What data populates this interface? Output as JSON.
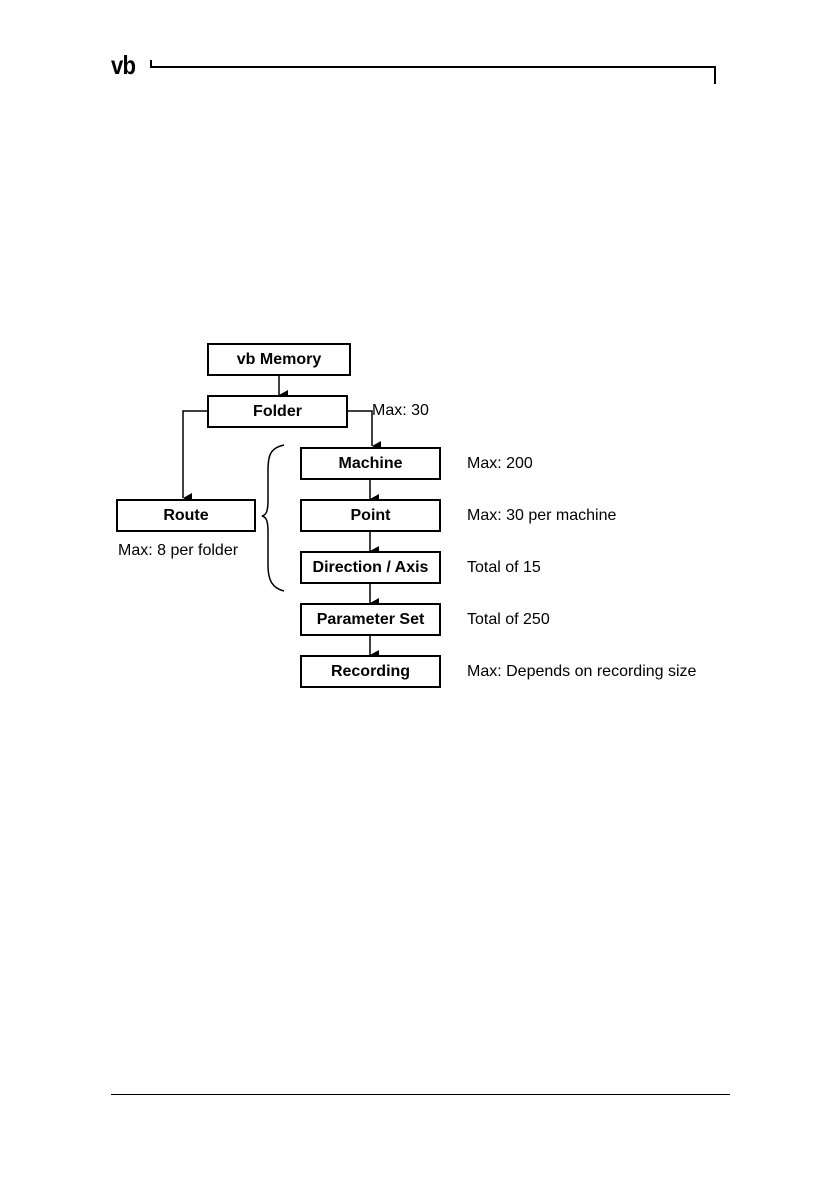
{
  "header": {
    "logo_text": "vb"
  },
  "diagram": {
    "nodes": {
      "vb_memory": "vb Memory",
      "folder": "Folder",
      "route": "Route",
      "machine": "Machine",
      "point": "Point",
      "direction_axis": "Direction / Axis",
      "parameter_set": "Parameter Set",
      "recording": "Recording"
    },
    "notes": {
      "folder": "Max: 30",
      "route": "Max: 8 per folder",
      "machine": "Max: 200",
      "point": "Max: 30 per machine",
      "direction_axis": "Total of 15",
      "parameter_set": "Total of 250",
      "recording": "Max: Depends on recording size"
    }
  }
}
